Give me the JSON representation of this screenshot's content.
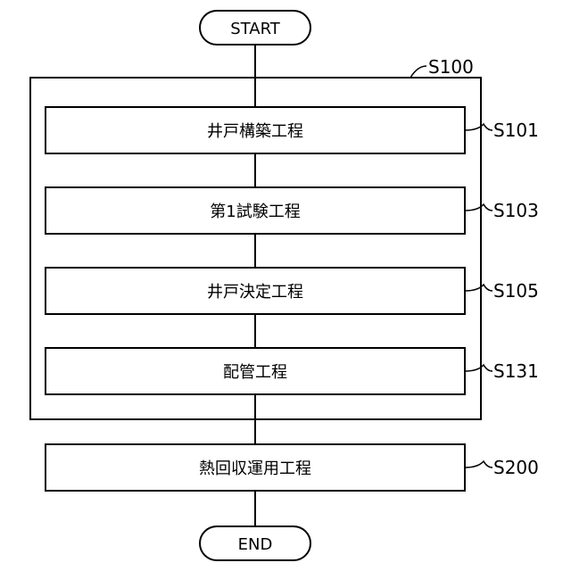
{
  "flow": {
    "start_label": "START",
    "end_label": "END",
    "group": {
      "ref": "S100"
    },
    "steps": [
      {
        "label": "井戸構築工程",
        "ref": "S101"
      },
      {
        "label": "第1試験工程",
        "ref": "S103"
      },
      {
        "label": "井戸決定工程",
        "ref": "S105"
      },
      {
        "label": "配管工程",
        "ref": "S131"
      },
      {
        "label": "熱回収運用工程",
        "ref": "S200"
      }
    ]
  }
}
